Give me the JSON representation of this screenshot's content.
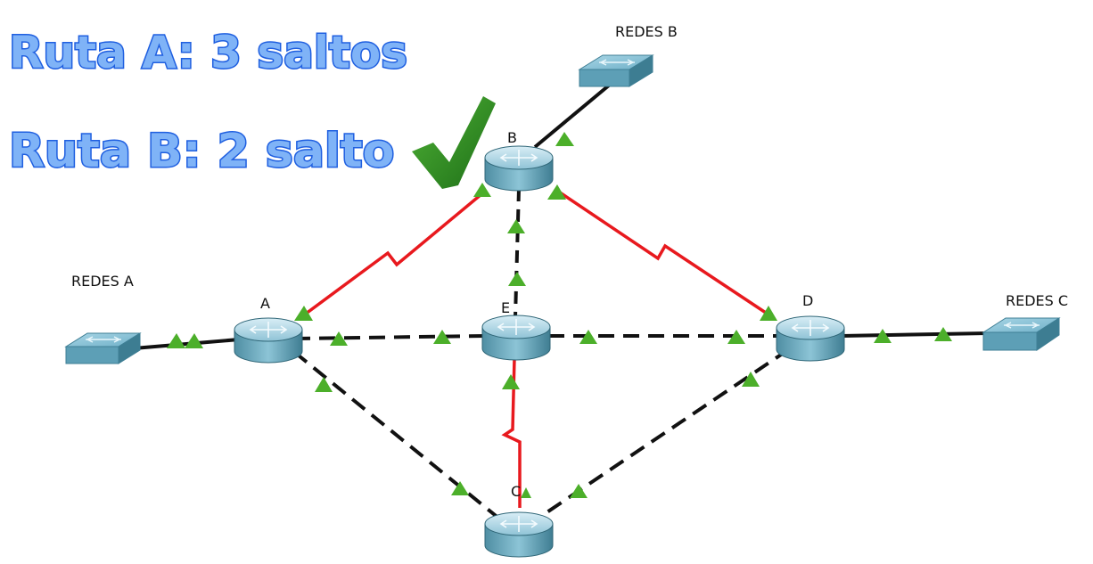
{
  "captions": {
    "route_a": "Ruta A: 3 saltos",
    "route_b": "Ruta B: 2 salto"
  },
  "routers": {
    "a": "A",
    "b": "B",
    "c": "C",
    "d": "D",
    "e": "E"
  },
  "networks": {
    "a": "REDES A",
    "b": "REDES B",
    "c": "REDES C"
  },
  "colors": {
    "serial_link": "#e8191e",
    "ethernet_link": "#111111",
    "link_status": "#4caf2a",
    "checkmark": "#2e8b1f",
    "caption_fill": "#7fb3f7",
    "caption_stroke": "#1f5fe0"
  }
}
